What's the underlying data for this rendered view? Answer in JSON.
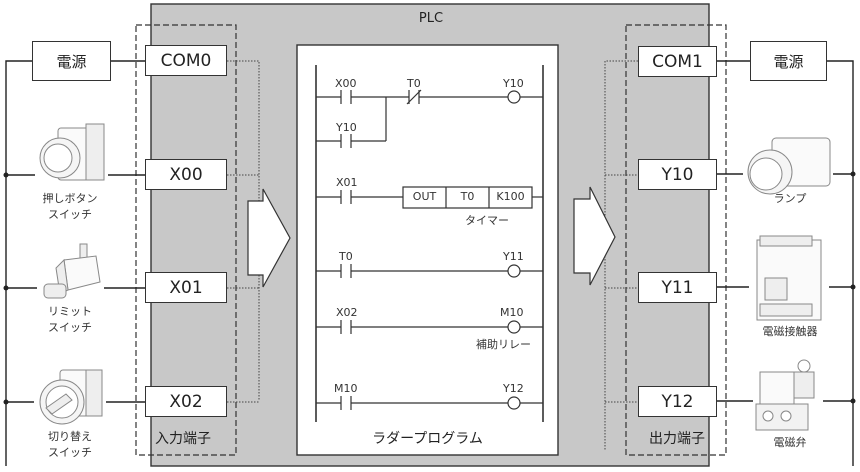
{
  "plc": {
    "title": "PLC"
  },
  "input_block": {
    "label": "入力端子",
    "terminals": [
      "COM0",
      "X00",
      "X01",
      "X02"
    ],
    "power_label": "電源",
    "devices": [
      {
        "name": "push-button-switch",
        "label_line1": "押しボタン",
        "label_line2": "スイッチ"
      },
      {
        "name": "limit-switch",
        "label_line1": "リミット",
        "label_line2": "スイッチ"
      },
      {
        "name": "selector-switch",
        "label_line1": "切り替え",
        "label_line2": "スイッチ"
      }
    ]
  },
  "output_block": {
    "label": "出力端子",
    "terminals": [
      "COM1",
      "Y10",
      "Y11",
      "Y12"
    ],
    "power_label": "電源",
    "devices": [
      {
        "name": "lamp",
        "label": "ランプ"
      },
      {
        "name": "magnetic-contactor",
        "label": "電磁接触器"
      },
      {
        "name": "solenoid-valve",
        "label": "電磁弁"
      }
    ]
  },
  "ladder": {
    "title": "ラダープログラム",
    "rungs": [
      {
        "contacts": [
          {
            "name": "X00",
            "type": "NO"
          },
          {
            "name": "T0",
            "type": "NC"
          }
        ],
        "branch": {
          "name": "Y10",
          "type": "NO"
        },
        "coil": "Y10"
      },
      {
        "contacts": [
          {
            "name": "X01",
            "type": "NO"
          }
        ],
        "instruction": [
          "OUT",
          "T0",
          "K100"
        ],
        "note": "タイマー"
      },
      {
        "contacts": [
          {
            "name": "T0",
            "type": "NO"
          }
        ],
        "coil": "Y11"
      },
      {
        "contacts": [
          {
            "name": "X02",
            "type": "NO"
          }
        ],
        "coil": "M10",
        "note": "補助リレー"
      },
      {
        "contacts": [
          {
            "name": "M10",
            "type": "NO"
          }
        ],
        "coil": "Y12"
      }
    ]
  },
  "colors": {
    "plc_fill": "#c8c8c8",
    "line": "#333333"
  }
}
